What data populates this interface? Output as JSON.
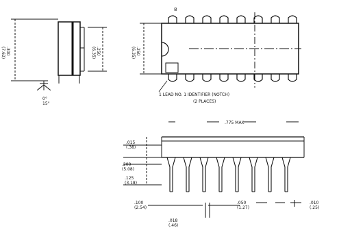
{
  "drawing": {
    "ink_color": "#111111",
    "background": "#ffffff",
    "pin_count_per_side": 8,
    "note": {
      "line1": "1 LEAD NO. 1 IDENTIFIER (NOTCH)",
      "line2": "(2 PLACES)"
    },
    "end_view": {
      "height_dim": ".300\n(7.62)",
      "body_dim": ".250\n(6.35)",
      "bottom_dim": "0°\n15°"
    },
    "top_view": {
      "pin_label": "8",
      "width_dim": ".250\n(6.35)",
      "length_dim": ".775 MAX"
    },
    "side_view": {
      "seat_dim": ".015\n(.38)",
      "body_h_dim": ".200\n(5.08)",
      "lead_len_dim": ".125\n(3.18)",
      "pitch_dim": ".100\n(2.54)",
      "lead_w_dim": ".018\n(.46)",
      "shoulder_dim": ".050\n(1.27)",
      "tip_dim": ".010\n(.25)"
    }
  }
}
